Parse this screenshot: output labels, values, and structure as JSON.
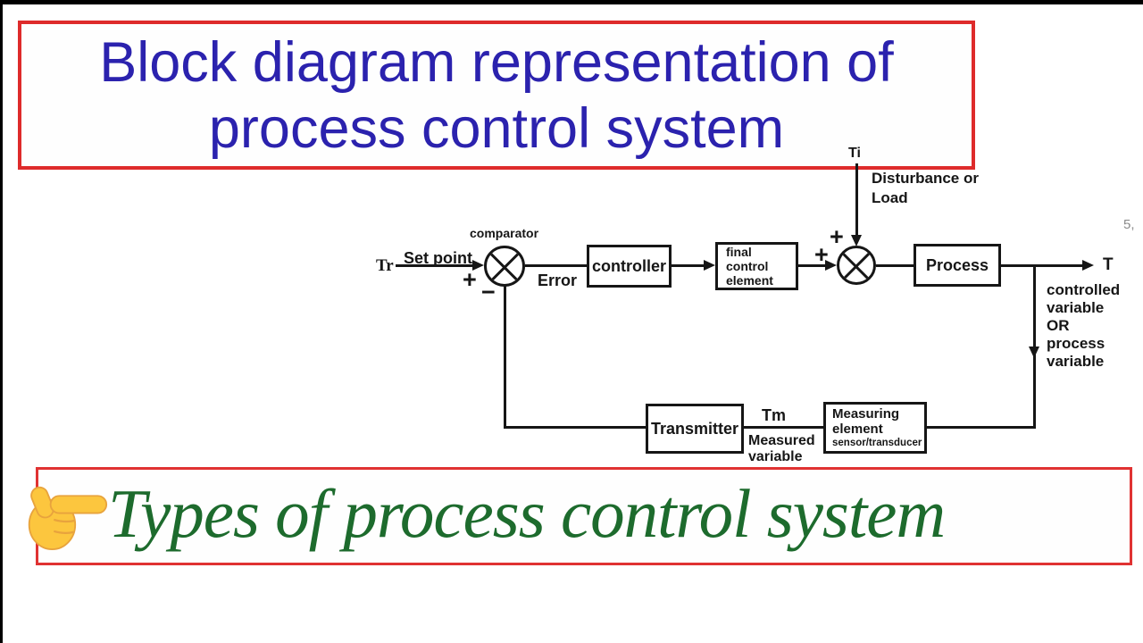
{
  "title_banner": {
    "line1": "Block diagram representation of",
    "line2": "process control system",
    "text_color": "#2b22ae",
    "border_color": "#de2b2b"
  },
  "page_number": "5,",
  "diagram": {
    "labels": {
      "tr": "Tr",
      "set_point": "Set point",
      "comparator": "comparator",
      "plus_comparator": "+",
      "minus_comparator": "−",
      "error": "Error",
      "ti": "Ti",
      "disturbance_line1": "Disturbance or",
      "disturbance_line2": "Load",
      "plus_sum_top": "+",
      "plus_sum_left": "+",
      "t_output": "T",
      "output_desc_lines": [
        "controlled",
        "variable",
        "OR",
        "process",
        "variable"
      ],
      "tm": "Tm",
      "measured_line1": "Measured",
      "measured_line2": "variable"
    },
    "blocks": {
      "controller": "controller",
      "final_control_element_lines": [
        "final",
        "control",
        "element"
      ],
      "process": "Process",
      "transmitter": "Transmitter",
      "measuring_element_lines": [
        "Measuring",
        "element"
      ],
      "measuring_element_sub": "sensor/transducer"
    },
    "line_color": "#161616"
  },
  "footer_banner": {
    "icon": "pointing-finger",
    "text": "Types of process control system",
    "text_color": "#1d6b2d",
    "border_color": "#e03232",
    "hand_fill": "#fcc63e",
    "hand_shade": "#e8a33d"
  }
}
